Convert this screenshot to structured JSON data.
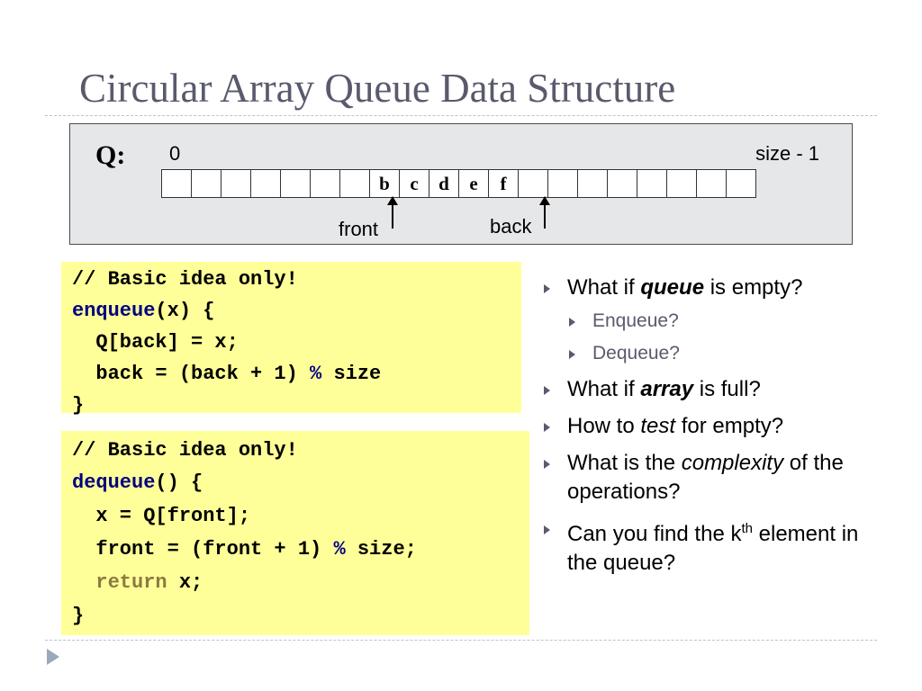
{
  "slide": {
    "title": "Circular Array Queue Data Structure"
  },
  "diagram": {
    "queue_label": "Q:",
    "start_index": "0",
    "end_index": "size - 1",
    "cells": [
      "",
      "",
      "",
      "",
      "",
      "",
      "",
      "b",
      "c",
      "d",
      "e",
      "f",
      "",
      "",
      "",
      "",
      "",
      "",
      "",
      ""
    ],
    "front_label": "front",
    "back_label": "back"
  },
  "enqueue_code": {
    "comment": "// Basic idea only!",
    "fn_name": "enqueue",
    "sig_rest": "(x) {",
    "line1": "  Q[back] = x;",
    "line2a": "  back = (back + 1) ",
    "line2b": "%",
    "line2c": " size",
    "close": "}"
  },
  "dequeue_code": {
    "comment": "// Basic idea only!",
    "fn_name": "dequeue",
    "sig_rest": "() {",
    "line1": "  x = Q[front];",
    "line2a": "  front = (front + 1) ",
    "line2b": "%",
    "line2c": " size;",
    "ret_indent": "  ",
    "ret_kw": "return",
    "ret_rest": " x;",
    "close": "}"
  },
  "bullets": {
    "q1_pre": "What if ",
    "q1_em": "queue",
    "q1_post": " is empty?",
    "q1_sub1": "Enqueue?",
    "q1_sub2": "Dequeue?",
    "q2_pre": "What if ",
    "q2_em": "array",
    "q2_post": " is full?",
    "q3_pre": "How to ",
    "q3_em": "test",
    "q3_post": " for empty?",
    "q4_pre": "What is the ",
    "q4_em": "complexity",
    "q4_post": " of the operations?",
    "q5_pre": "Can you find the k",
    "q5_sup": "th",
    "q5_post": " element in the queue?"
  }
}
